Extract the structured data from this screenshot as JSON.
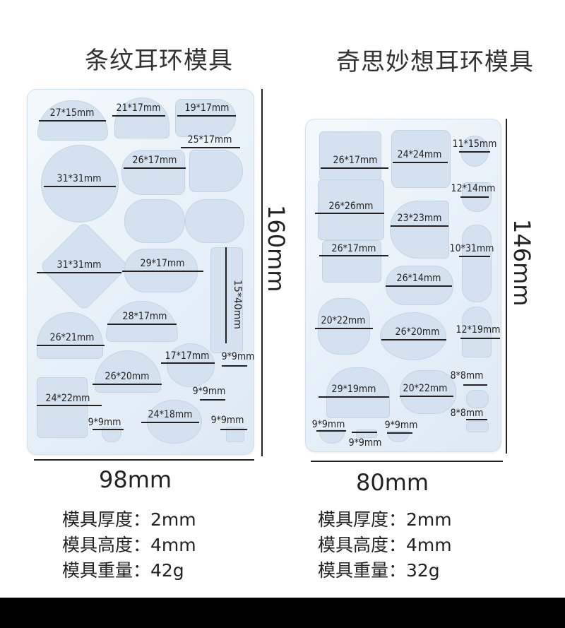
{
  "left": {
    "title": "条纹耳环模具",
    "width_label": "98mm",
    "height_label": "160mm",
    "vertical_label": "15*40mm",
    "labels": [
      "27*15mm",
      "21*17mm",
      "19*17mm",
      "25*17mm",
      "26*17mm",
      "31*31mm",
      "31*31mm",
      "29*17mm",
      "28*17mm",
      "26*21mm",
      "17*17mm",
      "9*9mm",
      "26*20mm",
      "24*22mm",
      "9*9mm",
      "9*9mm",
      "24*18mm",
      "9*9mm"
    ],
    "specs": [
      "模具厚度：2mm",
      "模具高度：4mm",
      "模具重量：42g"
    ]
  },
  "right": {
    "title": "奇思妙想耳环模具",
    "width_label": "80mm",
    "height_label": "146mm",
    "labels": [
      "26*17mm",
      "24*24mm",
      "11*15mm",
      "12*14mm",
      "26*26mm",
      "23*23mm",
      "26*17mm",
      "10*31mm",
      "26*14mm",
      "20*22mm",
      "26*20mm",
      "12*19mm",
      "8*8mm",
      "29*19mm",
      "20*22mm",
      "8*8mm",
      "9*9mm",
      "9*9mm",
      "9*9mm"
    ],
    "specs": [
      "模具厚度：2mm",
      "模具高度：4mm",
      "模具重量：32g"
    ]
  }
}
